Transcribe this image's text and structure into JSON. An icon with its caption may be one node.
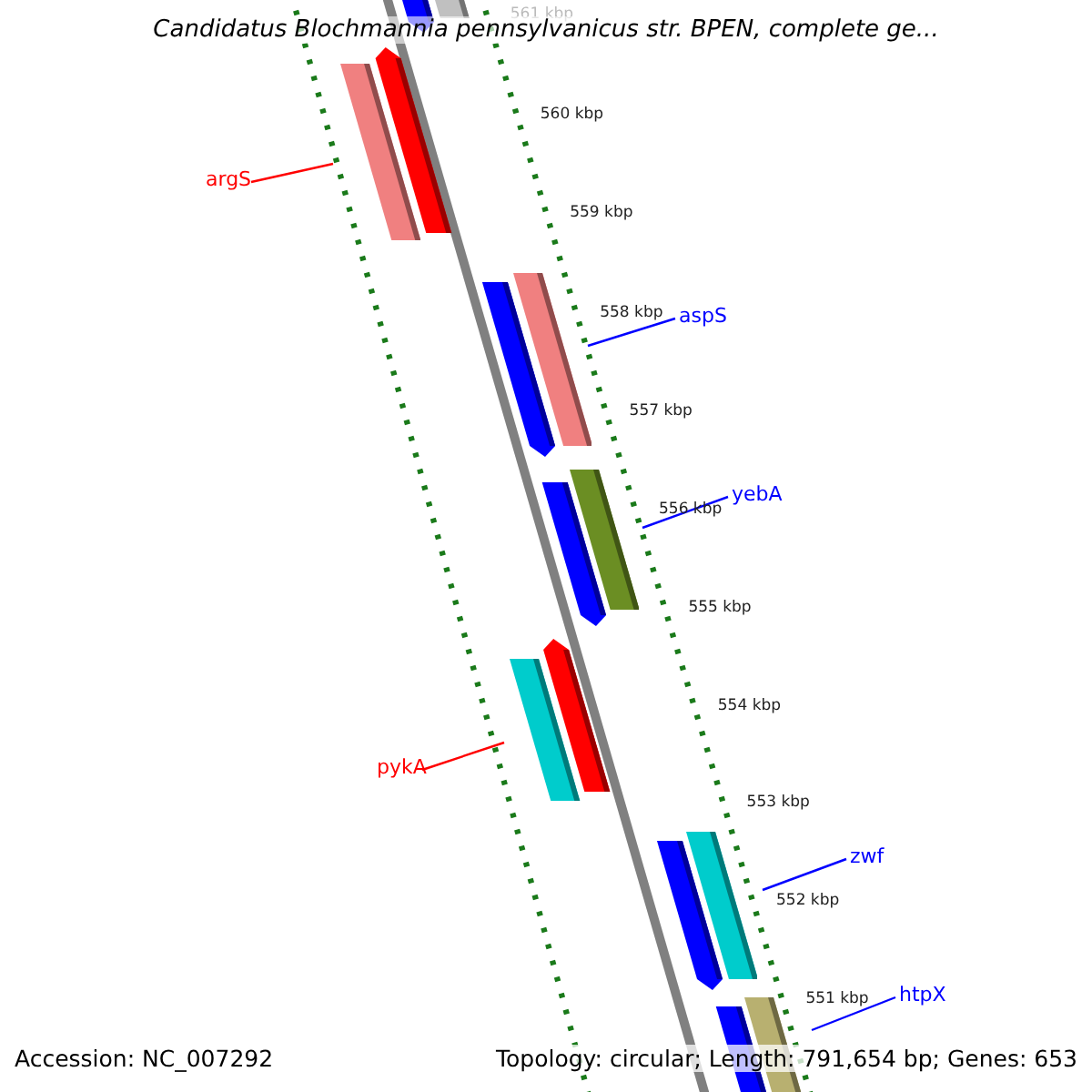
{
  "diagram": {
    "title": "Candidatus Blochmannia pennsylvanicus str. BPEN, complete ge...",
    "nodes": [
      {
        "text": [
          "argS"
        ]
      },
      {
        "text": [],
        "shape": "bar"
      },
      {
        "text": [
          "aspS"
        ]
      },
      {
        "text": [],
        "shape": "bar"
      },
      {
        "text": [
          "yebA"
        ]
      },
      {
        "text": [],
        "shape": "bar"
      },
      {
        "text": [
          "pykA"
        ]
      },
      {
        "text": [],
        "shape": "bar"
      },
      {
        "text": [
          "zwf"
        ]
      },
      {
        "text": [],
        "shape": "bar"
      },
      {
        "text": [
          "htpX"
        ]
      },
      {
        "text": [],
        "shape": "bar"
      }
    ],
    "edges": [
      {
        "from": 0,
        "to": 1,
        "arrow": "none",
        "color": "#ff0000"
      },
      {
        "from": 2,
        "to": 3,
        "arrow": "none"
      },
      {
        "from": 4,
        "to": 5,
        "arrow": "none"
      },
      {
        "from": 6,
        "to": 7,
        "arrow": "none",
        "color": "#ff0000"
      },
      {
        "from": 8,
        "to": 9,
        "arrow": "none"
      },
      {
        "from": 10,
        "to": 11,
        "arrow": "none"
      }
    ],
    "labels": [
      "561 kbp",
      "560 kbp",
      "559 kbp",
      "558 kbp",
      "557 kbp",
      "556 kbp",
      "555 kbp",
      "554 kbp",
      "553 kbp",
      "552 kbp",
      "551 kbp",
      "Accession: NC_007292",
      "Topology: circular; Length: 791,654 bp; Genes: 653"
    ]
  }
}
